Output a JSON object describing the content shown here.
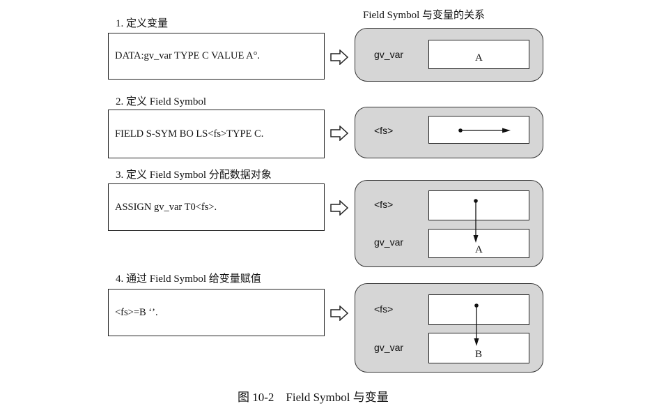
{
  "header": {
    "right_title": "Field Symbol 与变量的关系"
  },
  "steps": [
    {
      "title": "1. 定义变量",
      "code": "DATA:gv_var TYPE C VALUE A°."
    },
    {
      "title": "2. 定义 Field Symbol",
      "code": "FIELD S-SYM BO LS<fs>TYPE C."
    },
    {
      "title": "3. 定义 Field Symbol 分配数据对象",
      "code": "ASSIGN gv_var T0<fs>."
    },
    {
      "title": "4. 通过 Field Symbol 给变量赋值",
      "code": "<fs>=B ‘’."
    }
  ],
  "panels": [
    {
      "label": "gv_var",
      "value": "A"
    },
    {
      "label": "<fs>"
    },
    {
      "label_top": "<fs>",
      "label_bottom": "gv_var",
      "value": "A"
    },
    {
      "label_top": "<fs>",
      "label_bottom": "gv_var",
      "value": "B"
    }
  ],
  "caption": "图 10-2　Field Symbol 与变量"
}
